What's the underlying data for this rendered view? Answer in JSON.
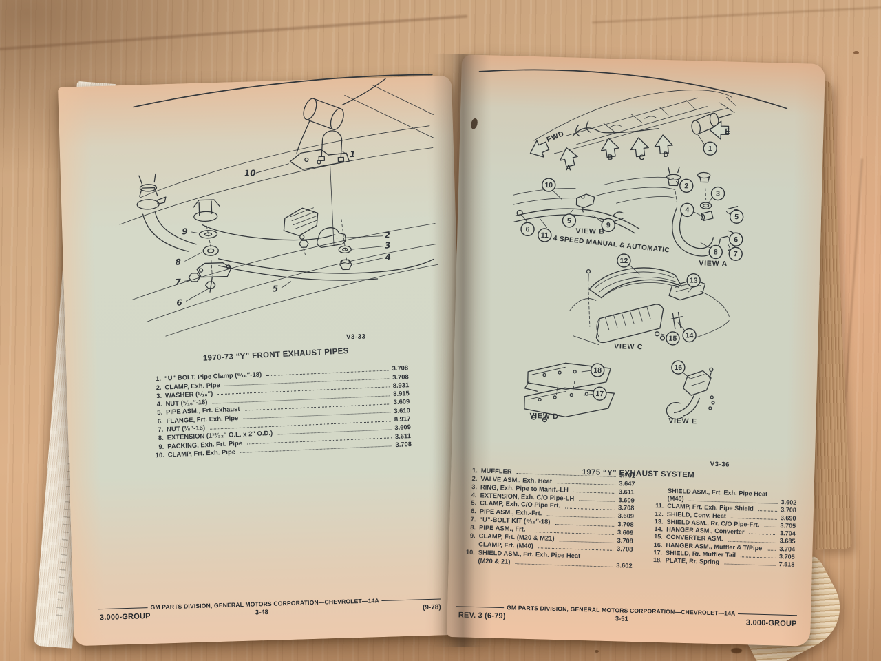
{
  "left_page": {
    "figure_code": "V3-33",
    "callouts": [
      "1",
      "2",
      "3",
      "4",
      "5",
      "6",
      "7",
      "8",
      "9",
      "10"
    ],
    "table": {
      "title": "1970-73 “Y” FRONT EXHAUST PIPES",
      "rows": [
        {
          "num": "1.",
          "name": "“U” BOLT, Pipe Clamp (⁵⁄₁₆″-18)",
          "value": "3.708"
        },
        {
          "num": "2.",
          "name": "CLAMP, Exh. Pipe",
          "value": "3.708"
        },
        {
          "num": "3.",
          "name": "WASHER (⁵⁄₁₆″)",
          "value": "8.931"
        },
        {
          "num": "4.",
          "name": "NUT (⁵⁄₁₆″-18)",
          "value": "8.915"
        },
        {
          "num": "5.",
          "name": "PIPE ASM., Frt. Exhaust",
          "value": "3.609"
        },
        {
          "num": "6.",
          "name": "FLANGE, Frt. Exh. Pipe",
          "value": "3.610"
        },
        {
          "num": "7.",
          "name": "NUT (³⁄₈″-16)",
          "value": "8.917"
        },
        {
          "num": "8.",
          "name": "EXTENSION (1¹³⁄₃₂″ O.L. x 2″ O.D.)",
          "value": "3.609"
        },
        {
          "num": "9.",
          "name": "PACKING, Exh. Frt. Pipe",
          "value": "3.611"
        },
        {
          "num": "10.",
          "name": "CLAMP, Frt. Exh. Pipe",
          "value": "3.708"
        }
      ]
    },
    "footer": {
      "division": "GM PARTS DIVISION, GENERAL MOTORS CORPORATION—CHEVROLET—14A",
      "group": "3.000-GROUP",
      "page_num": "3-48",
      "date_code": "(9-78)"
    }
  },
  "right_page": {
    "figure_code": "V3-36",
    "overview": {
      "fwd_label": "FWD",
      "arrows": [
        "A",
        "B",
        "C",
        "D",
        "E"
      ],
      "callout": "1"
    },
    "views": {
      "b": {
        "caption": "VIEW B",
        "subcaption": "4 SPEED MANUAL & AUTOMATIC",
        "callouts": [
          "10",
          "5",
          "9",
          "6",
          "11"
        ]
      },
      "a": {
        "caption": "VIEW A",
        "callouts": [
          "2",
          "3",
          "4",
          "5",
          "6",
          "7",
          "8"
        ]
      },
      "c": {
        "caption": "VIEW C",
        "callouts": [
          "12",
          "13",
          "14",
          "15"
        ]
      },
      "d": {
        "caption": "VIEW D",
        "callouts": [
          "18",
          "17"
        ]
      },
      "e": {
        "caption": "VIEW E",
        "callouts": [
          "16"
        ]
      }
    },
    "table": {
      "title": "1975 “Y” EXHAUST SYSTEM",
      "col1": [
        {
          "num": "1.",
          "name": "MUFFLER",
          "value": "3.701"
        },
        {
          "num": "2.",
          "name": "VALVE ASM., Exh. Heat",
          "value": "3.647"
        },
        {
          "num": "3.",
          "name": "RING, Exh. Pipe to Manif.-LH",
          "value": "3.611"
        },
        {
          "num": "4.",
          "name": "EXTENSION, Exh. C/O Pipe-LH",
          "value": "3.609"
        },
        {
          "num": "5.",
          "name": "CLAMP, Exh. C/O Pipe Frt.",
          "value": "3.708"
        },
        {
          "num": "6.",
          "name": "PIPE ASM., Exh.-Frt.",
          "value": "3.609"
        },
        {
          "num": "7.",
          "name": "“U”-BOLT KIT (⁵⁄₁₆″-18)",
          "value": "3.708"
        },
        {
          "num": "8.",
          "name": "PIPE ASM., Frt.",
          "value": "3.609"
        },
        {
          "num": "9.",
          "name": "CLAMP, Frt. (M20 & M21)",
          "value": "3.708"
        },
        {
          "num": "",
          "name": "CLAMP, Frt. (M40)",
          "value": "3.708"
        },
        {
          "num": "10.",
          "name": "SHIELD ASM., Frt. Exh. Pipe Heat",
          "value": ""
        },
        {
          "num": "",
          "name": "(M20 & 21)",
          "value": "3.602"
        }
      ],
      "col2": [
        {
          "num": "",
          "name": "SHIELD ASM., Frt. Exh. Pipe Heat",
          "value": ""
        },
        {
          "num": "",
          "name": "(M40)",
          "value": "3.602"
        },
        {
          "num": "11.",
          "name": "CLAMP, Frt. Exh. Pipe Shield",
          "value": "3.708"
        },
        {
          "num": "12.",
          "name": "SHIELD, Conv. Heat",
          "value": "3.690"
        },
        {
          "num": "13.",
          "name": "SHIELD ASM., Rr. C/O Pipe-Frt.",
          "value": "3.705"
        },
        {
          "num": "14.",
          "name": "HANGER ASM., Converter",
          "value": "3.704"
        },
        {
          "num": "15.",
          "name": "CONVERTER ASM.",
          "value": "3.685"
        },
        {
          "num": "16.",
          "name": "HANGER ASM., Muffler & T/Pipe",
          "value": "3.704"
        },
        {
          "num": "17.",
          "name": "SHIELD, Rr. Muffler Tail",
          "value": "3.705"
        },
        {
          "num": "18.",
          "name": "PLATE, Rr. Spring",
          "value": "7.518"
        }
      ]
    },
    "footer": {
      "rev": "REV. 3 (6-79)",
      "division": "GM PARTS DIVISION, GENERAL MOTORS CORPORATION—CHEVROLET—14A",
      "page_num": "3-51",
      "group": "3.000-GROUP"
    }
  }
}
